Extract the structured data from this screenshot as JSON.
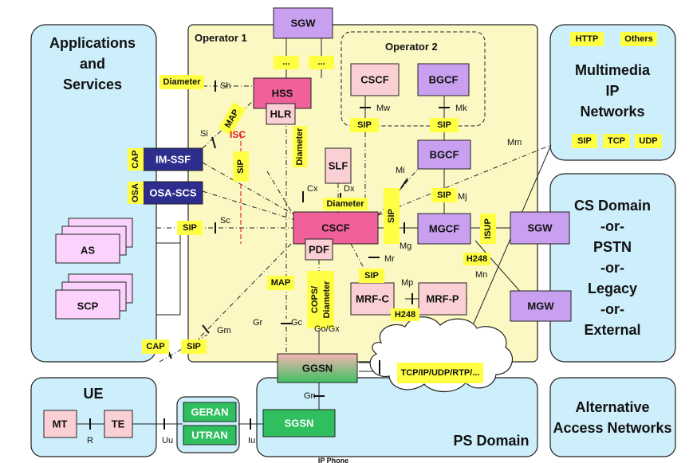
{
  "regions": {
    "apps": {
      "line1": "Applications",
      "line2": "and",
      "line3": "Services"
    },
    "operator1": "Operator 1",
    "operator2": "Operator 2",
    "mm": {
      "line1": "Multimedia",
      "line2": "IP",
      "line3": "Networks"
    },
    "cs": {
      "line1": "CS Domain",
      "line2": "-or-",
      "line3": "PSTN",
      "line4": "-or-",
      "line5": "Legacy",
      "line6": "-or-",
      "line7": "External"
    },
    "ue": "UE",
    "ps": "PS Domain",
    "alt": {
      "line1": "Alternative",
      "line2": "Access Networks"
    },
    "ipphone": "IP Phone"
  },
  "nodes": {
    "sgw_top": "SGW",
    "hss": "HSS",
    "hlr": "HLR",
    "cscf_op2": "CSCF",
    "bgcf_op2": "BGCF",
    "bgcf": "BGCF",
    "slf": "SLF",
    "imssf": "IM-SSF",
    "osascs": "OSA-SCS",
    "cscf": "CSCF",
    "pdf": "PDF",
    "mgcf": "MGCF",
    "sgw_right": "SGW",
    "mgw": "MGW",
    "mrfc": "MRF-C",
    "mrfp": "MRF-P",
    "ggsn": "GGSN",
    "sgsn": "SGSN",
    "geran": "GERAN",
    "utran": "UTRAN",
    "mt": "MT",
    "te": "TE",
    "as": "AS",
    "scp": "SCP"
  },
  "protocols": {
    "ellipsis1": "...",
    "ellipsis2": "...",
    "diameter_sh": "Diameter",
    "map_si": "MAP",
    "diameter_cx": "Diameter",
    "diameter_dx": "Diameter",
    "sip_isc": "SIP",
    "cap": "CAP",
    "osa": "OSA",
    "sip_sc": "SIP",
    "sip_mw": "SIP",
    "sip_mk": "SIP",
    "sip_mj": "SIP",
    "sip_mg": "SIP",
    "isup": "ISUP",
    "h248_mn": "H248",
    "sip_mr": "SIP",
    "h248_mp": "H248",
    "map_gr": "MAP",
    "cops": "COPS/",
    "diameter_gq": "Diameter",
    "cap_ue": "CAP",
    "sip_gm": "SIP",
    "tcpip": "TCP/IP/UDP/RTP/...",
    "http": "HTTP",
    "others": "Others",
    "sip_mm": "SIP",
    "tcp": "TCP",
    "udp": "UDP"
  },
  "interfaces": {
    "sh": "Sh",
    "si": "Si",
    "isc": "ISC",
    "cx": "Cx",
    "dx": "Dx",
    "mw": "Mw",
    "mk": "Mk",
    "mi": "Mi",
    "mj": "Mj",
    "mm": "Mm",
    "sc": "Sc",
    "mg": "Mg",
    "mr": "Mr",
    "mp": "Mp",
    "mn": "Mn",
    "gr": "Gr",
    "gc": "Gc",
    "gogx": "Go/Gx",
    "gm": "Gm",
    "gn": "Gn",
    "r": "R",
    "uu": "Uu",
    "iu": "Iu"
  },
  "colors": {
    "region_blue": "#cdeefb",
    "operator_yellow": "#fbf8c4",
    "protocol_yellow": "#ffff44",
    "pink_node": "#fbd0d4",
    "purple_node": "#c9a0f0",
    "navy_node": "#2d2d8e",
    "magenta_node": "#f0609a",
    "green_node": "#2fbf5f",
    "app_node": "#fad2fb"
  }
}
